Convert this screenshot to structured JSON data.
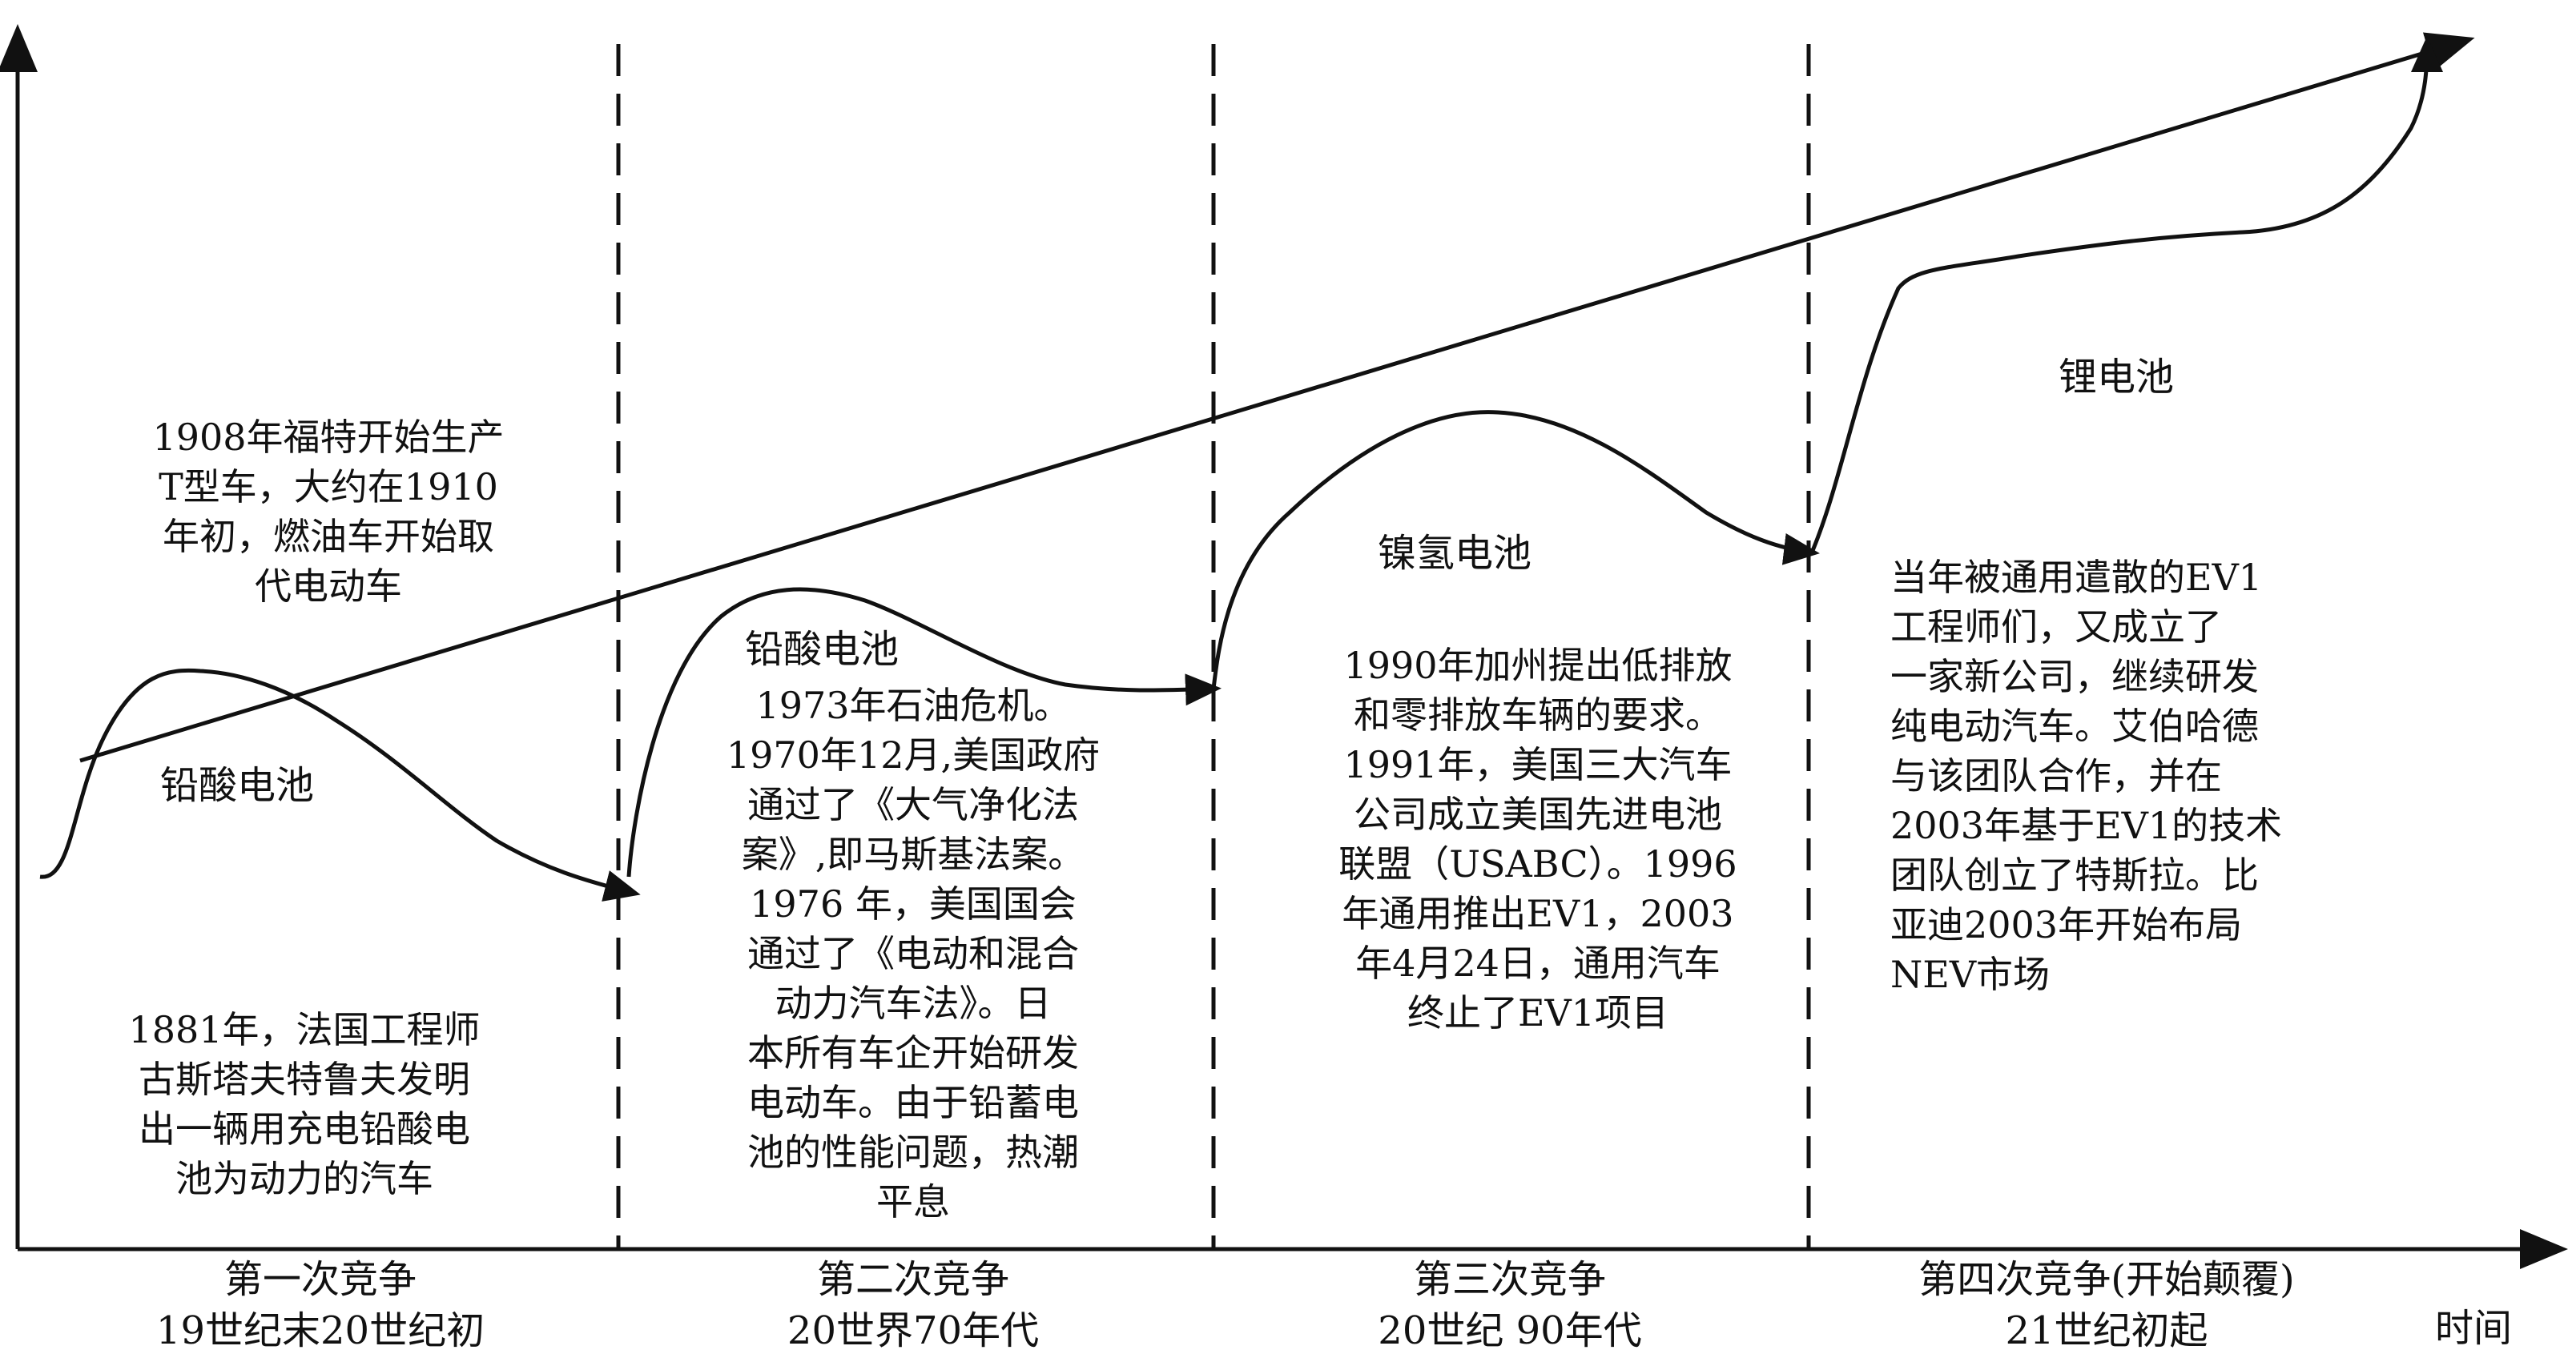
{
  "colors": {
    "ink": "#111111",
    "background": "#ffffff"
  },
  "x_axis_label": "时间",
  "periods": [
    {
      "name": "第一次竞争",
      "time": "19世纪末20世纪初"
    },
    {
      "name": "第二次竞争",
      "time": "20世界70年代"
    },
    {
      "name": "第三次竞争",
      "time": "20世纪 90年代"
    },
    {
      "name": "第四次竞争(开始颠覆)",
      "time": "21世纪初起"
    }
  ],
  "battery_labels": {
    "p1": "铅酸电池",
    "p2": "铅酸电池",
    "p3": "镍氢电池",
    "p4": "锂电池"
  },
  "notes": {
    "p1_top": [
      "1908年福特开始生产",
      "T型车，大约在1910",
      "年初，燃油车开始取",
      "代电动车"
    ],
    "p1_bottom": [
      "1881年，法国工程师",
      "古斯塔夫特鲁夫发明",
      "出一辆用充电铅酸电",
      "池为动力的汽车"
    ],
    "p2": [
      "1973年石油危机。",
      "1970年12月,美国政府",
      "通过了《大气净化法",
      "案》,即马斯基法案。",
      "1976 年，美国国会",
      "通过了《电动和混合",
      "动力汽车法》。日",
      "本所有车企开始研发",
      "电动车。由于铅蓄电",
      "池的性能问题，热潮",
      "平息"
    ],
    "p3": [
      "1990年加州提出低排放",
      "和零排放车辆的要求。",
      "1991年，美国三大汽车",
      "公司成立美国先进电池",
      "联盟（USABC）。1996",
      "年通用推出EV1，2003",
      "年4月24日，通用汽车",
      "终止了EV1项目"
    ],
    "p4": [
      "当年被通用遣散的EV1",
      "工程师们，又成立了",
      "一家新公司，继续研发",
      "纯电动汽车。艾伯哈德",
      "与该团队合作，并在",
      "2003年基于EV1的技术",
      "团队创立了特斯拉。比",
      "亚迪2003年开始布局",
      "NEV市场"
    ]
  }
}
